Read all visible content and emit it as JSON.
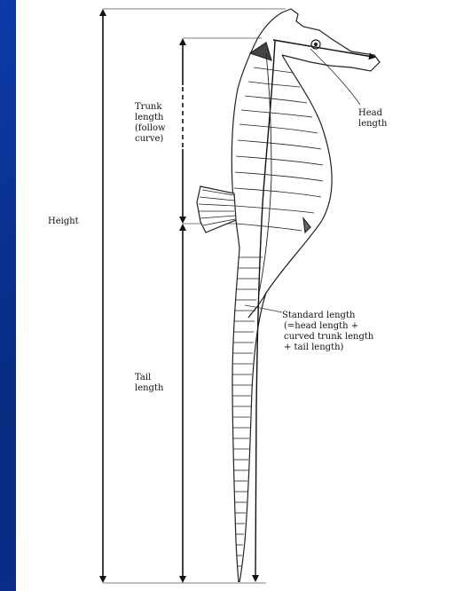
{
  "colors": {
    "background": "#0b2f8f",
    "panel": "#ffffff",
    "ink": "#111111"
  },
  "labels": {
    "height": "Height",
    "trunk_length": [
      "Trunk",
      "length",
      "(follow",
      "curve)"
    ],
    "head_length": [
      "Head",
      "length"
    ],
    "standard_length": [
      "Standard length",
      "(=head length +",
      "curved trunk length",
      "+ tail length)"
    ],
    "tail_length": [
      "Tail",
      "length"
    ]
  }
}
